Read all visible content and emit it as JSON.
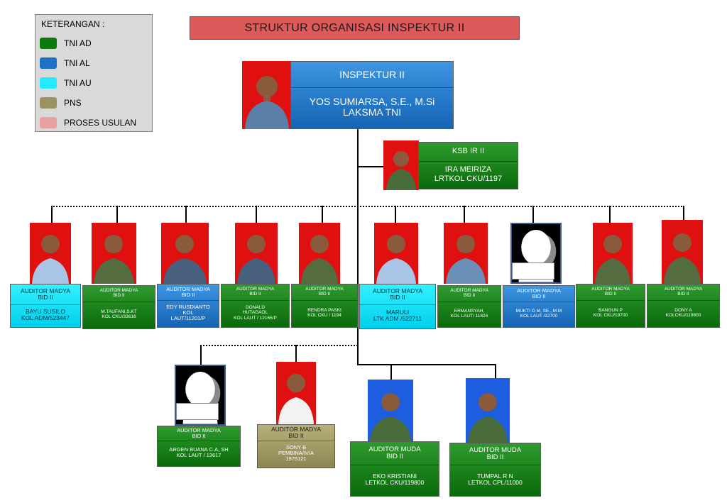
{
  "legend": {
    "title": "KETERANGAN :",
    "items": [
      {
        "label": "TNI AD",
        "color": "#0e7a0e"
      },
      {
        "label": "TNI AL",
        "color": "#1d72c7"
      },
      {
        "label": "TNI AU",
        "color": "#22eaff"
      },
      {
        "label": "PNS",
        "color": "#9a9260"
      },
      {
        "label": "PROSES USULAN",
        "color": "#e8a0a0"
      }
    ]
  },
  "title": "STRUKTUR ORGANISASI INSPEKTUR II",
  "head": {
    "position": "INSPEKTUR  II",
    "name": "YOS  SUMIARSA, S.E., M.Si",
    "rank": "LAKSMA TNI"
  },
  "ksb": {
    "position": "KSB IR II",
    "name": "IRA MEIRIZA",
    "rank": "LRTKOL CKU/1197"
  },
  "madya_row": [
    {
      "title": "AUDITOR MADYA",
      "bid": "BID II",
      "name": "BAYU SUSILO",
      "rank": "KOL  ADM/523447"
    },
    {
      "title": "AUDITOR MADYA",
      "bid": "BID II",
      "name": "M.TAUFANI,S.KT",
      "rank": "KOL CKU/33616"
    },
    {
      "title": "AUDITOR MADYA",
      "bid": "BID II",
      "name": "EDY RUSDIANTO",
      "rank": "KOL",
      "rank2": "LAUT/11201/P"
    },
    {
      "title": "AUDITOR MADYA",
      "bid": "BID II",
      "name": "DONALD",
      "name2": "HUTAGAOL",
      "rank": "KOL LAUT / 12165/P"
    },
    {
      "title": "AUDITOR MADYA",
      "bid": "BID II",
      "name": "RENDRA PASKI",
      "rank": "KOL CKU / 1194"
    },
    {
      "title": "AUDITOR MADYA",
      "bid": "BID II",
      "name": "MARULI",
      "rank": "LTK  ADM /522711"
    },
    {
      "title": "AUDITOR MADYA",
      "bid": "BID II",
      "name": "ERMANSYAH,",
      "rank": "KOL LAUT/ 11824"
    },
    {
      "title": "AUDITOR MADYA",
      "bid": "BID II",
      "name": "MUKTI G M, SE., M.M",
      "rank": "KOL LAUT /12700"
    },
    {
      "title": "AUDITOR MADYA",
      "bid": "BID II",
      "name": "BANGUN P",
      "rank": "KOL CKU/19700"
    },
    {
      "title": "AUDITOR MADYA",
      "bid": "BID II",
      "name": "DONY A",
      "rank": "KOLCKU/119800"
    }
  ],
  "lower_madya": [
    {
      "title": "AUDITOR MADYA",
      "bid": "BID II",
      "name": "ARGEN BUANA C.A, SH",
      "rank": "KOL LAUT / 13617"
    },
    {
      "title": "AUDITOR MADYA",
      "bid": "BID II",
      "name": "SONY B",
      "rank": "PEMBINA/IV/A",
      "rank2": "1975121"
    }
  ],
  "muda": [
    {
      "title": "AUDITOR  MUDA",
      "bid": "BID  II",
      "name": "EKO KRISTIANI",
      "rank": "LETKOL CKU/119800"
    },
    {
      "title": "AUDITOR  MUDA",
      "bid": "BID  II",
      "name": "TUMPAL R N",
      "rank": "LETKOL CPL/11000"
    }
  ]
}
